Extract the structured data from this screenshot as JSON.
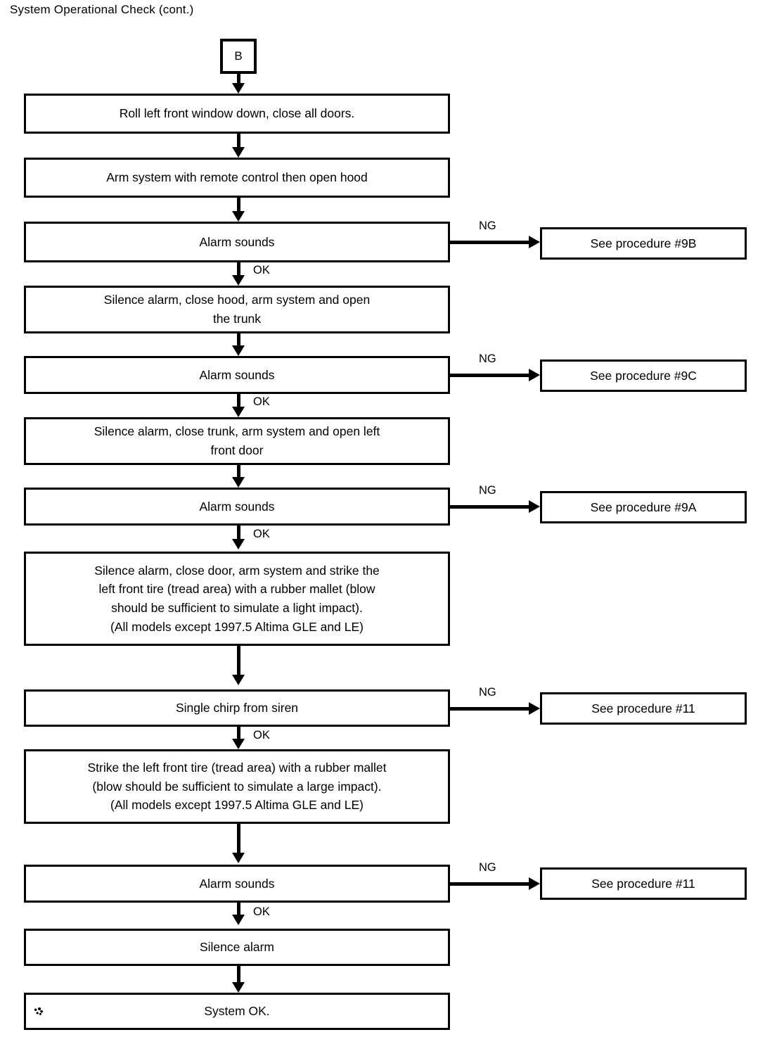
{
  "document": {
    "title": "System Operational Check (cont.)"
  },
  "flowchart": {
    "connector_in": {
      "label": "B"
    },
    "edge_labels": {
      "ok": "OK",
      "ng": "NG"
    },
    "steps": [
      {
        "id": "step-roll-window",
        "text": "Roll left front window down, close all doors."
      },
      {
        "id": "step-arm-open-hood",
        "text": "Arm system with remote control then open hood"
      },
      {
        "id": "check-alarm-sounds-hood",
        "text": "Alarm sounds"
      },
      {
        "id": "step-silence-close-hood",
        "text": "Silence alarm, close hood, arm system and open\nthe trunk"
      },
      {
        "id": "check-alarm-sounds-trunk",
        "text": "Alarm sounds"
      },
      {
        "id": "step-silence-close-trunk",
        "text": "Silence alarm, close trunk, arm system and open left\nfront door"
      },
      {
        "id": "check-alarm-sounds-door",
        "text": "Alarm sounds"
      },
      {
        "id": "step-strike-tire-light",
        "text": "Silence alarm, close door, arm system and strike the\nleft front tire (tread area) with a rubber mallet (blow\nshould be sufficient to simulate a light impact).\n(All models except 1997.5 Altima GLE and LE)"
      },
      {
        "id": "check-single-chirp",
        "text": "Single chirp from siren"
      },
      {
        "id": "step-strike-tire-large",
        "text": "Strike the left front tire (tread area) with a rubber mallet\n(blow should be sufficient to simulate a large impact).\n(All models except 1997.5 Altima GLE and LE)"
      },
      {
        "id": "check-alarm-sounds-impact",
        "text": "Alarm sounds"
      },
      {
        "id": "step-silence-alarm",
        "text": "Silence alarm"
      },
      {
        "id": "result-system-ok",
        "text": "System OK."
      }
    ],
    "ng_targets": [
      {
        "id": "ng-9b",
        "text": "See procedure #9B"
      },
      {
        "id": "ng-9c",
        "text": "See procedure #9C"
      },
      {
        "id": "ng-9a",
        "text": "See procedure #9A"
      },
      {
        "id": "ng-11-chirp",
        "text": "See procedure #11"
      },
      {
        "id": "ng-11-alarm",
        "text": "See procedure #11"
      }
    ]
  }
}
